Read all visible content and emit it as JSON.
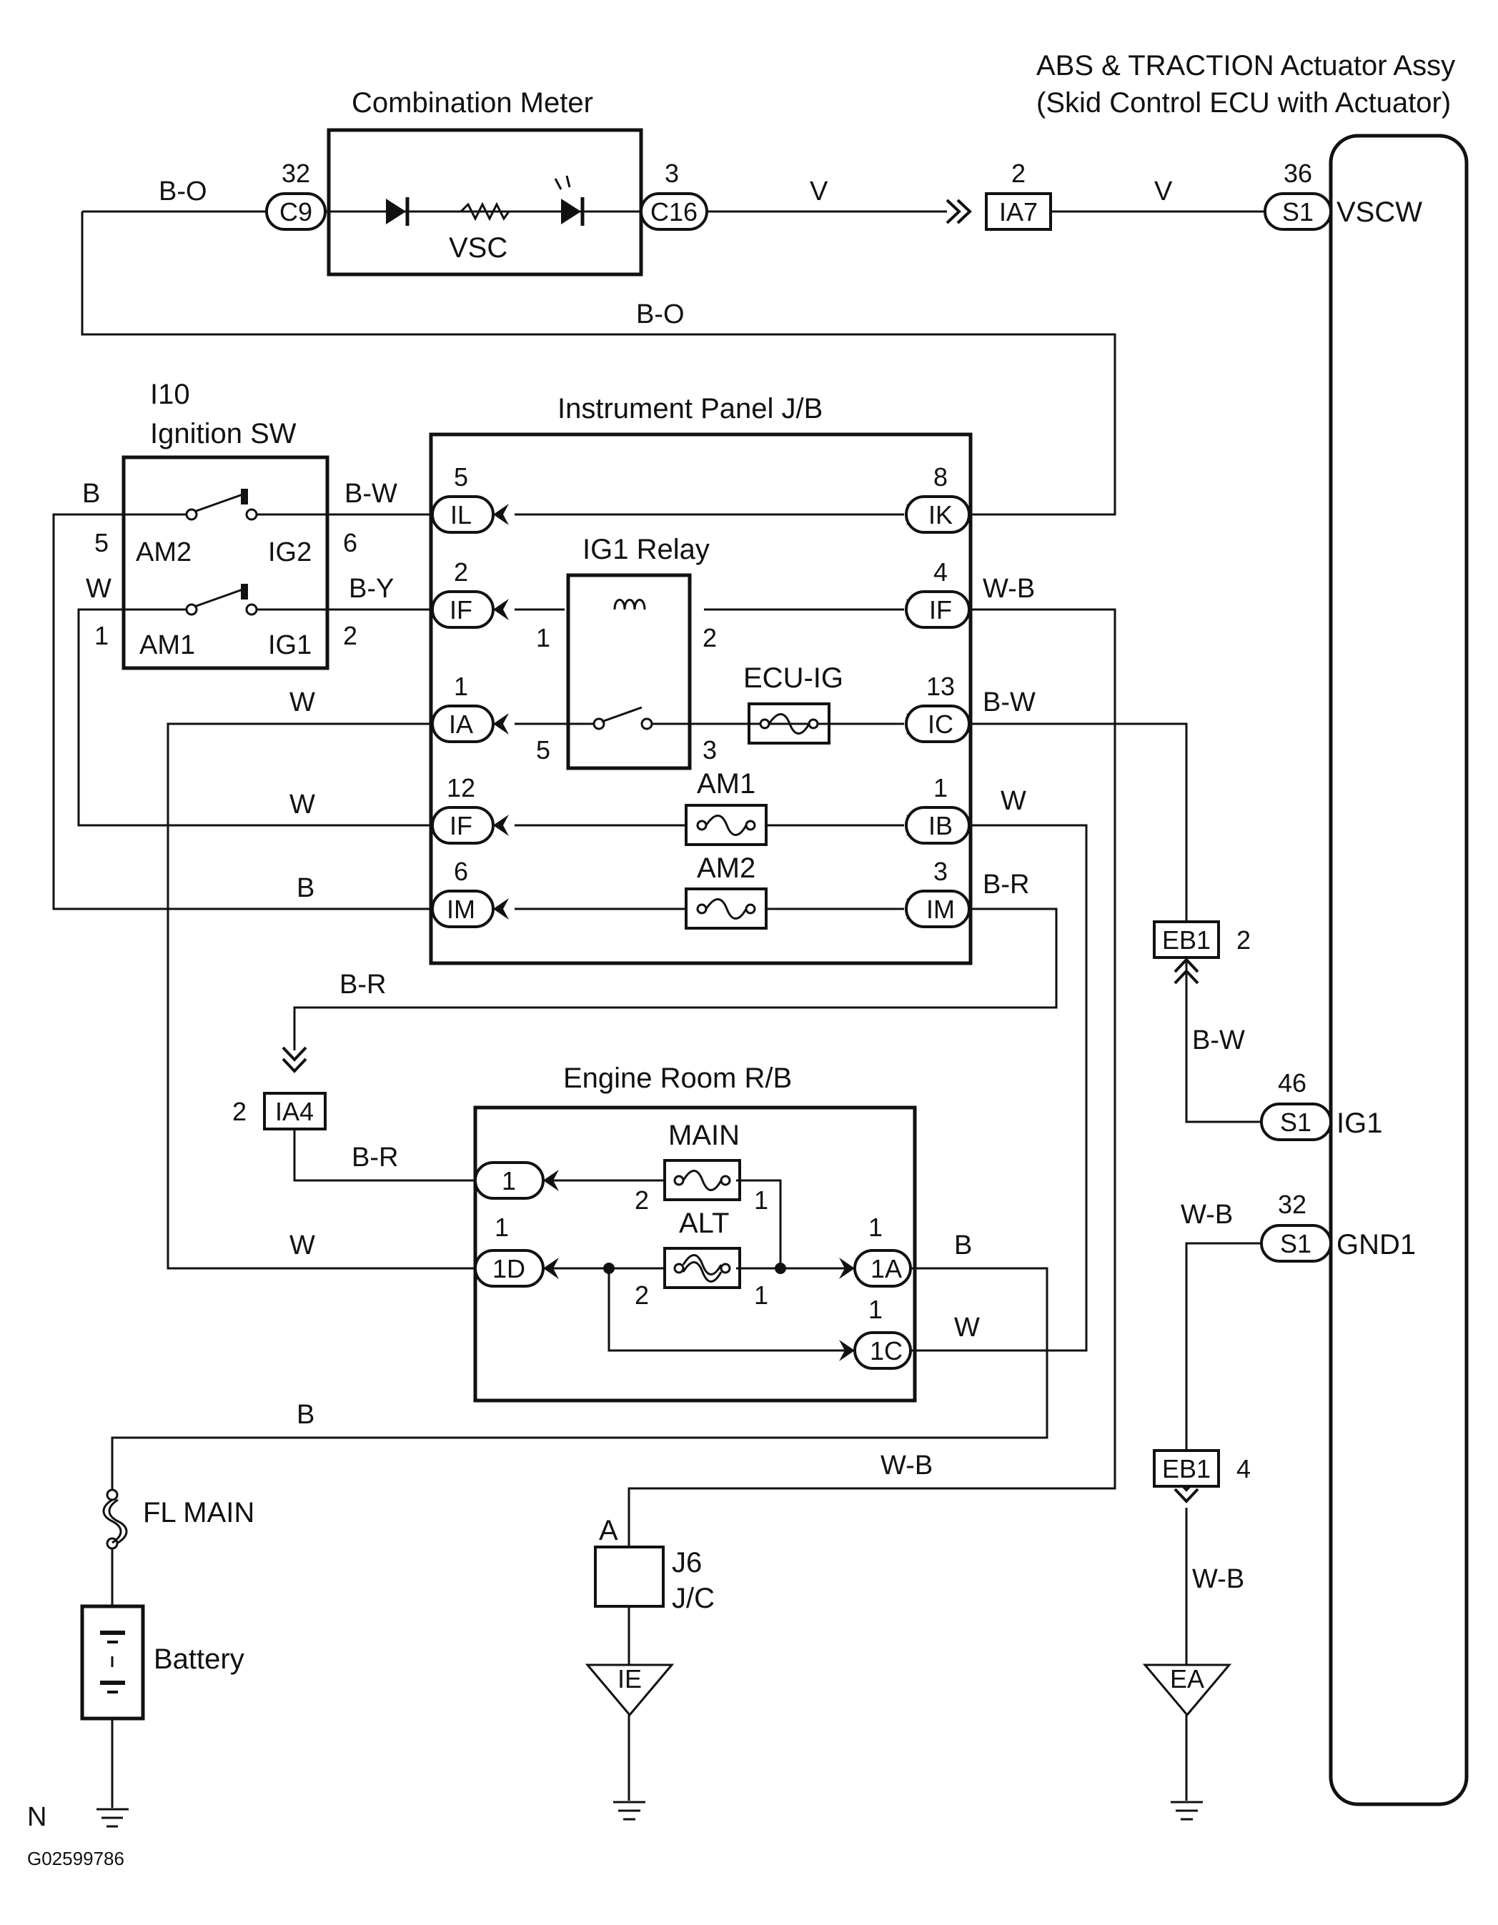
{
  "titles": {
    "actuator_line1": "ABS & TRACTION Actuator Assy",
    "actuator_line2": "(Skid Control ECU with Actuator)",
    "combination_meter": "Combination Meter",
    "instrument_panel_jb": "Instrument Panel J/B",
    "ignition_id": "I10",
    "ignition_sw": "Ignition SW",
    "engine_room_rb": "Engine Room R/B",
    "ig1_relay": "IG1 Relay"
  },
  "components": {
    "vsc": "VSC",
    "ecu_ig": "ECU-IG",
    "am1_fuse": "AM1",
    "am2_fuse": "AM2",
    "main_fuse": "MAIN",
    "alt_fuse": "ALT",
    "fl_main": "FL MAIN",
    "battery": "Battery",
    "j6": "J6",
    "jc": "J/C",
    "a_label": "A"
  },
  "switch_labels": {
    "am2": "AM2",
    "ig2": "IG2",
    "am1": "AM1",
    "ig1": "IG1"
  },
  "connectors": {
    "c9": "C9",
    "c16": "C16",
    "ia7": "IA7",
    "s1_vscw": "S1",
    "il": "IL",
    "ik": "IK",
    "if_left_top": "IF",
    "if_right_top": "IF",
    "ia": "IA",
    "ic": "IC",
    "if_left_mid": "IF",
    "ib": "IB",
    "im_left": "IM",
    "im_right": "IM",
    "eb1_top": "EB1",
    "eb1_bottom": "EB1",
    "ia4": "IA4",
    "s1_ig1": "S1",
    "s1_gnd1": "S1",
    "er_1": "1",
    "er_1d": "1D",
    "er_1a": "1A",
    "er_1c": "1C",
    "ground_ie": "IE",
    "ground_ea": "EA"
  },
  "terminals": {
    "vscw": "VSCW",
    "ig1": "IG1",
    "gnd1": "GND1"
  },
  "pins": {
    "c9": "32",
    "c16": "3",
    "ia7": "2",
    "s1_vscw": "36",
    "il": "5",
    "ik": "8",
    "if_top_left": "2",
    "if_top_right": "4",
    "ia": "1",
    "ic": "13",
    "if_mid": "12",
    "ib": "1",
    "im_left": "6",
    "im_right": "3",
    "relay_1": "1",
    "relay_2": "2",
    "relay_5": "5",
    "relay_3": "3",
    "sw_5": "5",
    "sw_6": "6",
    "sw_1": "1",
    "sw_2": "2",
    "eb1_top": "2",
    "eb1_bottom": "4",
    "ia4": "2",
    "s1_ig1": "46",
    "s1_gnd1": "32",
    "main_2": "2",
    "main_1": "1",
    "alt_2": "2",
    "alt_1": "1",
    "er_1d": "1",
    "er_1a": "1",
    "er_1c": "1"
  },
  "wire_colors": {
    "b_o_top": "B-O",
    "v_left": "V",
    "v_right": "V",
    "b_o_loop": "B-O",
    "b_sw": "B",
    "b_w_sw": "B-W",
    "w_sw": "W",
    "b_y_sw": "B-Y",
    "w_ia": "W",
    "w_bf": "W-B",
    "b_w_ic": "B-W",
    "w_if": "W",
    "w_ib": "W",
    "b_im": "B",
    "b_r_im": "B-R",
    "b_r_ia4": "B-R",
    "b_w_eb1": "B-W",
    "b_r_er": "B-R",
    "w_1d": "W",
    "b_1a": "B",
    "w_1c": "W",
    "w_b_gnd1": "W-B",
    "b_batt": "B",
    "w_b_j6": "W-B",
    "w_b_ea": "W-B"
  },
  "footer": {
    "n": "N",
    "code": "G02599786"
  }
}
